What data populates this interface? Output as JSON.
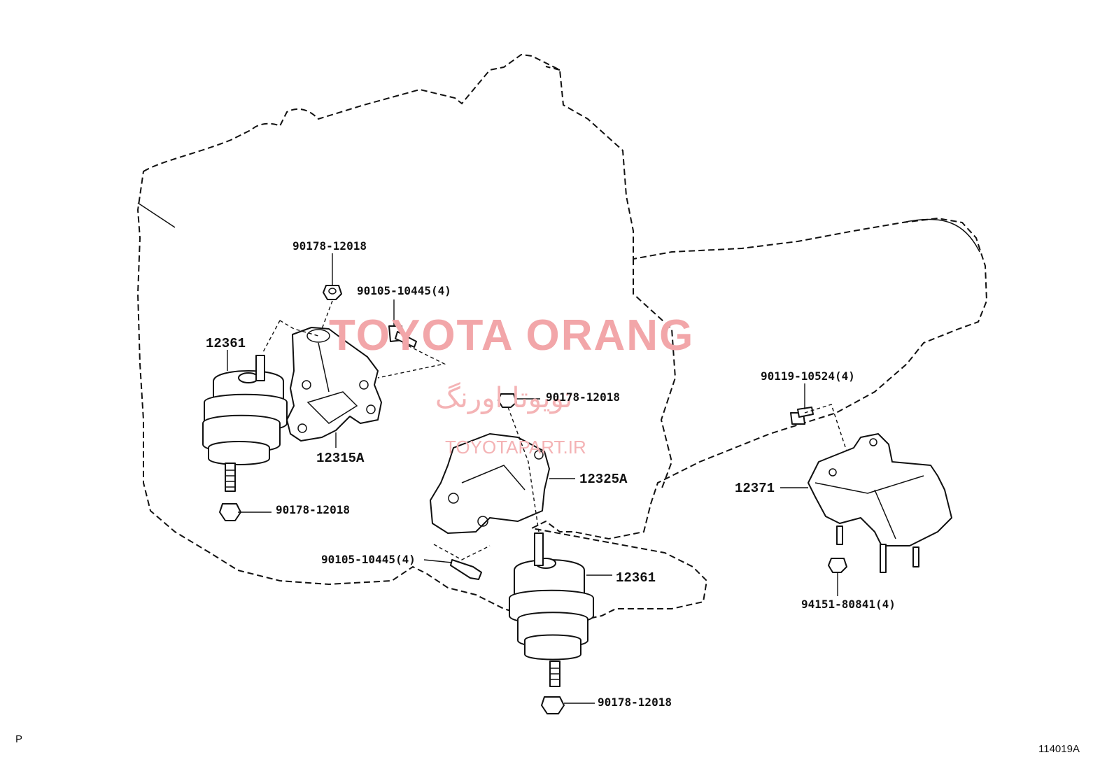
{
  "watermark": {
    "brand": "TOYOTA ORANG",
    "brand_fa": "تویوتا اورنگ",
    "site": "TOYOTAPART.IR"
  },
  "labels": {
    "bracket_top_nut": "90178-12018",
    "bracket_top_bolt": "90105-10445(4)",
    "insulator_left": "12361",
    "bracket_left": "12315A",
    "insulator_left_nut": "90178-12018",
    "center_nut": "90178-12018",
    "bracket_right": "12325A",
    "center_bolt": "90105-10445(4)",
    "insulator_center": "12361",
    "insulator_center_nut": "90178-12018",
    "rear_bolt": "90119-10524(4)",
    "rear_mount": "12371",
    "rear_nut": "94151-80841(4)"
  },
  "corner": {
    "left": "P",
    "right": "114019A"
  }
}
